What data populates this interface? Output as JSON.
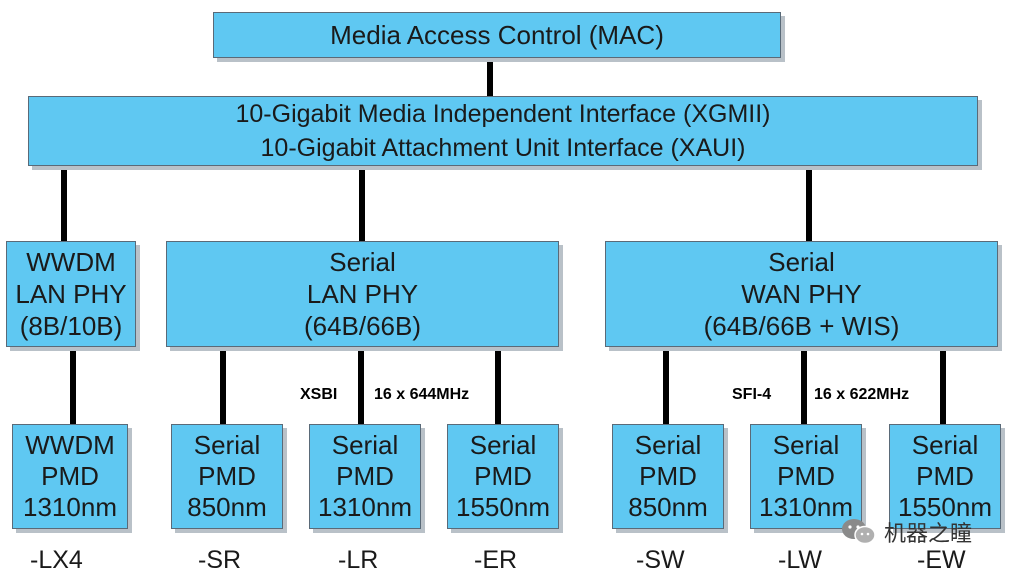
{
  "mac": {
    "label": "Media Access Control (MAC)"
  },
  "xgmii": {
    "line1": "10-Gigabit Media Independent Interface (XGMII)",
    "line2": "10-Gigabit Attachment Unit Interface (XAUI)"
  },
  "phys": [
    {
      "lines": [
        "WWDM",
        "LAN PHY",
        "(8B/10B)"
      ]
    },
    {
      "lines": [
        "Serial",
        "LAN PHY",
        "(64B/66B)"
      ]
    },
    {
      "lines": [
        "Serial",
        "WAN PHY",
        "(64B/66B + WIS)"
      ]
    }
  ],
  "interfaces": {
    "xsbi": "XSBI",
    "xsbi_rate": "16 x 644MHz",
    "sfi4": "SFI-4",
    "sfi4_rate": "16 x 622MHz"
  },
  "pmds": [
    {
      "lines": [
        "WWDM",
        "PMD",
        "1310nm"
      ],
      "suffix": "-LX4"
    },
    {
      "lines": [
        "Serial",
        "PMD",
        "850nm"
      ],
      "suffix": "-SR"
    },
    {
      "lines": [
        "Serial",
        "PMD",
        "1310nm"
      ],
      "suffix": "-LR"
    },
    {
      "lines": [
        "Serial",
        "PMD",
        "1550nm"
      ],
      "suffix": "-ER"
    },
    {
      "lines": [
        "Serial",
        "PMD",
        "850nm"
      ],
      "suffix": "-SW"
    },
    {
      "lines": [
        "Serial",
        "PMD",
        "1310nm"
      ],
      "suffix": "-LW"
    },
    {
      "lines": [
        "Serial",
        "PMD",
        "1550nm"
      ],
      "suffix": "-EW"
    }
  ],
  "watermark": {
    "text": "机器之瞳"
  },
  "colors": {
    "box_fill": "#5fc8f2",
    "box_border": "#5a6a78",
    "connector": "#000000"
  }
}
